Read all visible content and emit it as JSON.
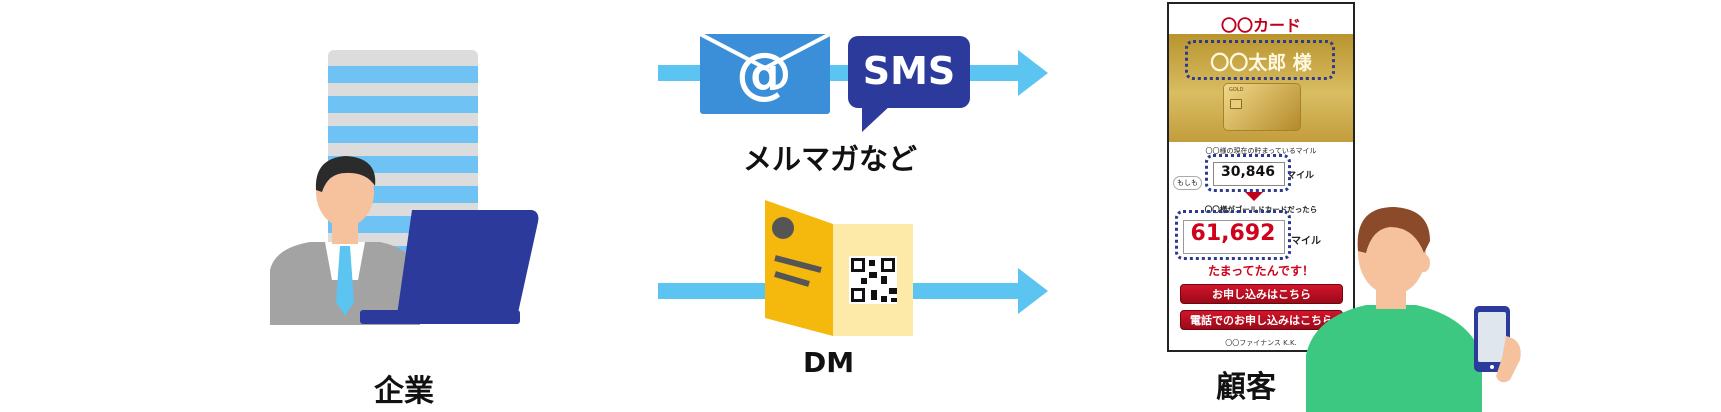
{
  "labels": {
    "company": "企業",
    "customer": "顧客",
    "newsletter": "メルマガなど",
    "dm": "DM",
    "sms": "SMS",
    "at": "@"
  },
  "phone_card": {
    "brand": "〇〇カード",
    "customer_name": "〇〇太郎 様",
    "card_gold_label": "GOLD",
    "current_miles_caption": "〇〇様の現在の貯まっているマイル",
    "current_miles": "30,846",
    "miles_unit": "マイル",
    "moshimo": "もしも",
    "gold_caption": "〇〇様がゴールドカードだったら",
    "gold_miles": "61,692",
    "gold_miles_unit": "マイル",
    "tamatteta": "たまってたんです！",
    "apply_button": "お申し込みはこちら",
    "phone_apply_button": "電話でのお申し込みはこちら",
    "footer": "〇〇ファイナンス K.K."
  },
  "colors": {
    "arrow": "#5bc4f1",
    "navy": "#2b3a9b",
    "envelope": "#3b8fd8",
    "dm_yellow": "#f5b80d",
    "dm_light": "#fde9a8",
    "gold_band": "#c7a43c",
    "red": "#d0021b",
    "shirt_green": "#3cc880"
  }
}
